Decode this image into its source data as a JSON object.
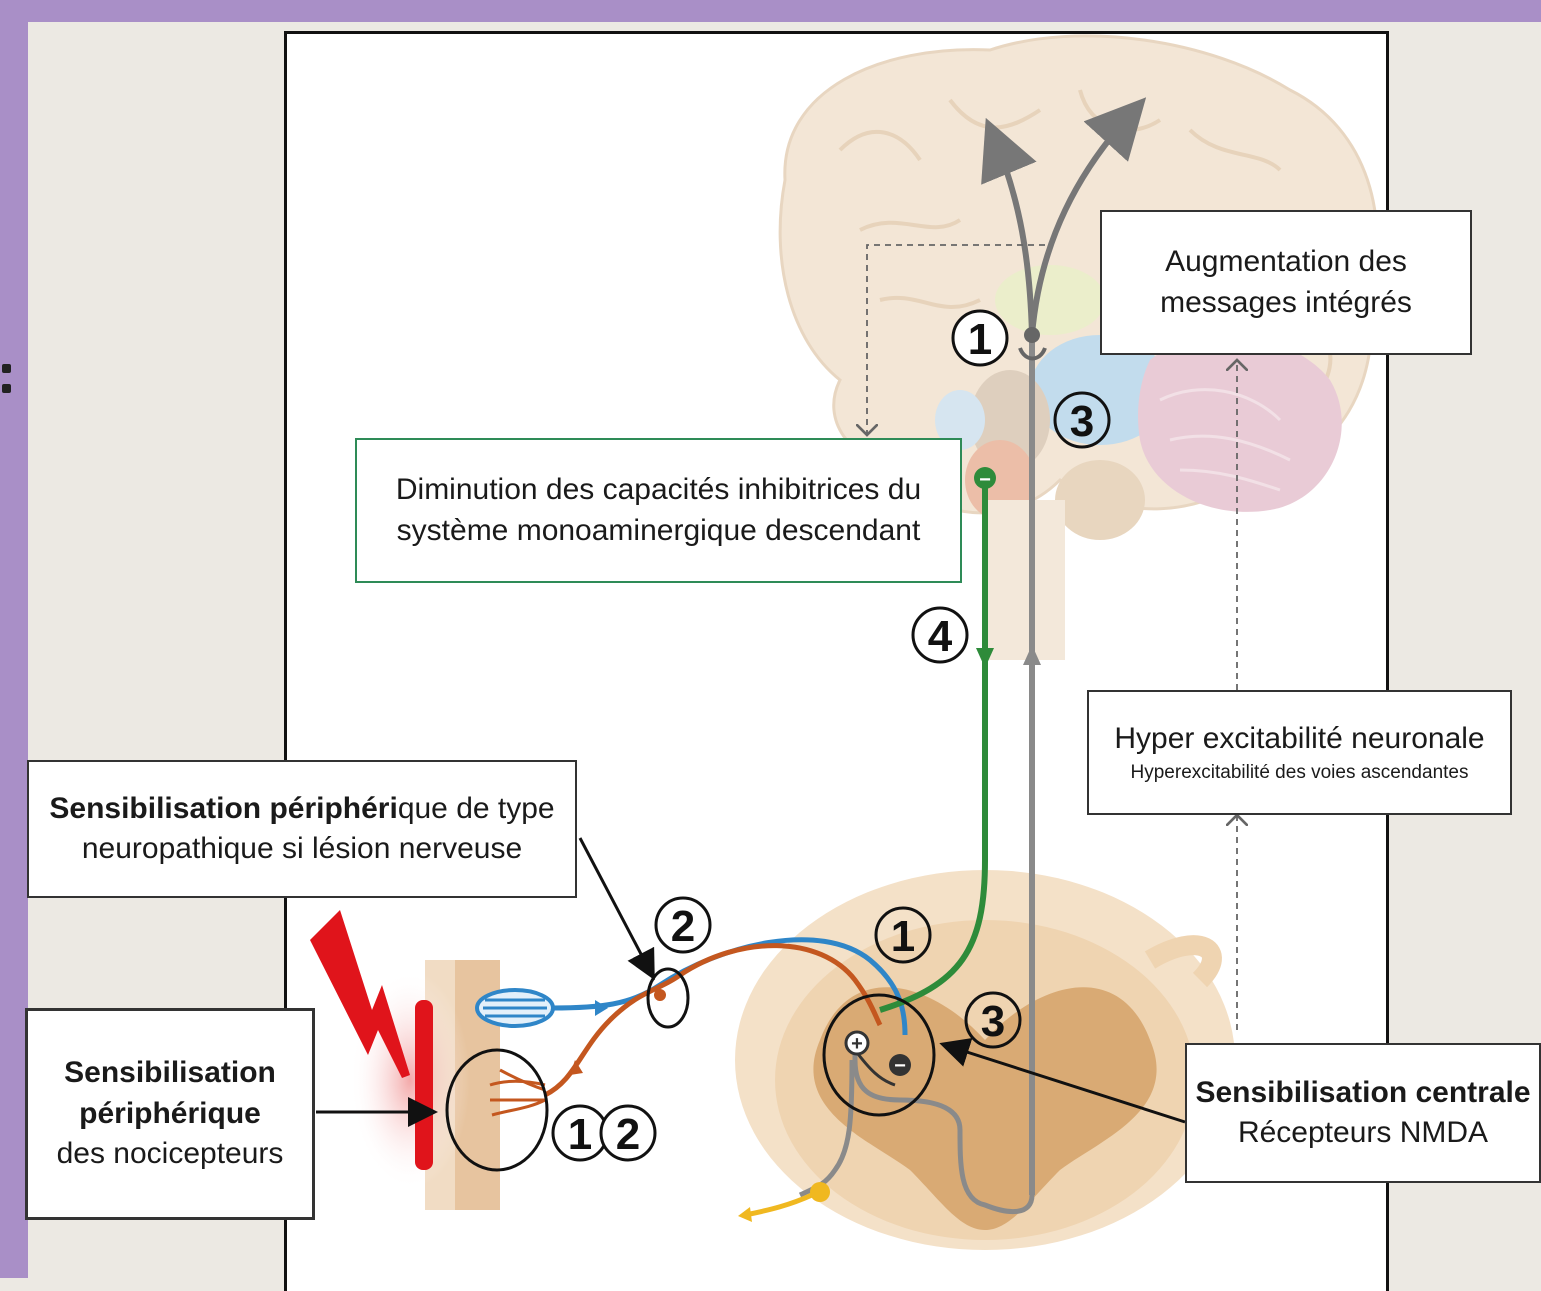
{
  "labels": {
    "augmentation": {
      "line1": "Augmentation des",
      "line2": "messages intégrés"
    },
    "diminution": {
      "line1": "Diminution des capacités inhibitrices du",
      "line2": "système monoaminergique descendant"
    },
    "hyper": {
      "title": "Hyper excitabilité neuronale",
      "subtitle": "Hyperexcitabilité des voies ascendantes"
    },
    "periph_neuro": {
      "line1_bold": "Sensibilisation périphéri",
      "line1_rest": "que de type",
      "line2": "neuropathique si lésion nerveuse"
    },
    "periph_noci": {
      "line1": "Sensibilisation",
      "line2": "périphérique",
      "line3": "des nocicepteurs"
    },
    "centrale": {
      "line1": "Sensibilisation centrale",
      "line2": "Récepteurs NMDA"
    }
  },
  "markers": {
    "brain_1": "1",
    "brain_3": "3",
    "pathway_4": "4",
    "nerve_2": "2",
    "cord_1": "1",
    "cord_3": "3",
    "skin_1": "1",
    "skin_2": "2",
    "plus_sign": "+",
    "minus_sign": "−"
  },
  "colors": {
    "frame": "#a98fc7",
    "descending_pathway": "#2e8b3a",
    "ascending_pathway": "#8a8a8a",
    "afferent_blue": "#2f86c8",
    "afferent_orange": "#c4571f",
    "lesion_red": "#e0141b",
    "motor_yellow": "#f0b820"
  }
}
